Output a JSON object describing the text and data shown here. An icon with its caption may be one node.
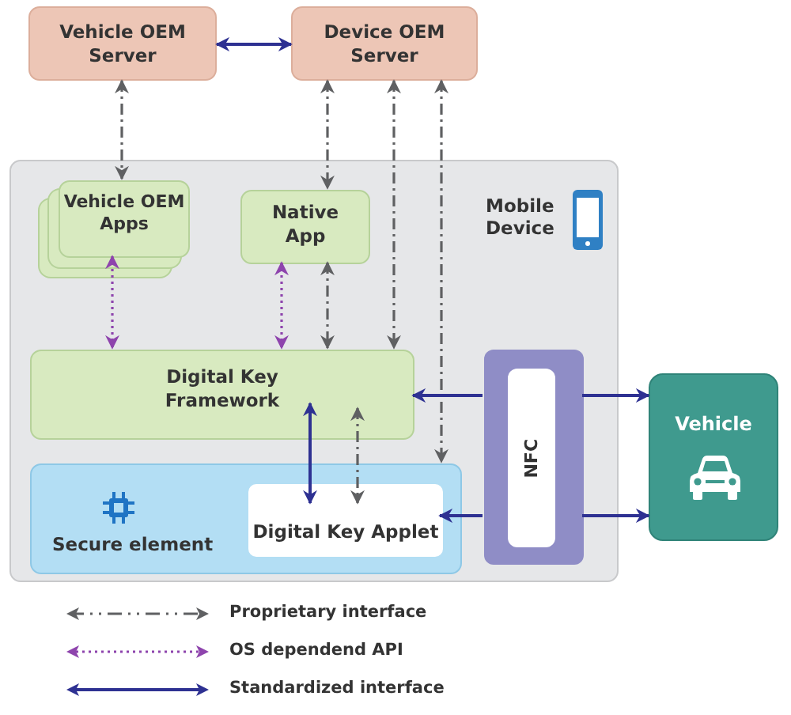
{
  "diagram": {
    "nodes": [
      {
        "text": [
          "Vehicle OEM Server"
        ]
      },
      {
        "text": [
          "Device OEM Server"
        ]
      },
      {
        "text": [
          "Mobile Device"
        ]
      },
      {
        "text": [
          "Vehicle OEM Apps"
        ],
        "in": 2
      },
      {
        "text": [
          "Native App"
        ],
        "in": 2
      },
      {
        "text": [
          "Digital Key Framework"
        ],
        "in": 2
      },
      {
        "text": [
          "Secure element"
        ],
        "in": 2
      },
      {
        "text": [
          "Digital Key Applet"
        ],
        "in": 6
      },
      {
        "text": [
          "NFC"
        ],
        "in": 2
      },
      {
        "text": [
          "Vehicle"
        ]
      }
    ],
    "edges": [
      {
        "from": 0,
        "to": 1,
        "arrow": "both",
        "color": "#2e3192"
      },
      {
        "from": 0,
        "to": 3,
        "arrow": "both",
        "style": "dashed"
      },
      {
        "from": 1,
        "to": 4,
        "arrow": "both",
        "style": "dashed"
      },
      {
        "from": 1,
        "to": 5,
        "arrow": "both",
        "style": "dashed"
      },
      {
        "from": 1,
        "to": 6,
        "arrow": "both",
        "style": "dashed"
      },
      {
        "from": 3,
        "to": 5,
        "arrow": "both",
        "style": "dashed",
        "color": "#8e44ad"
      },
      {
        "from": 4,
        "to": 5,
        "arrow": "both",
        "style": "dashed",
        "color": "#8e44ad"
      },
      {
        "from": 4,
        "to": 5,
        "arrow": "both",
        "style": "dashed"
      },
      {
        "from": 5,
        "to": 7,
        "arrow": "both",
        "color": "#2e3192"
      },
      {
        "from": 5,
        "to": 7,
        "arrow": "both",
        "style": "dashed"
      },
      {
        "from": 8,
        "to": 5,
        "arrow": "to",
        "color": "#2e3192"
      },
      {
        "from": 8,
        "to": 9,
        "arrow": "to",
        "color": "#2e3192"
      },
      {
        "from": 8,
        "to": 7,
        "arrow": "to",
        "color": "#2e3192"
      },
      {
        "from": 8,
        "to": 9,
        "arrow": "to",
        "color": "#2e3192"
      }
    ],
    "legend": [
      {
        "text": "Proprietary interface"
      },
      {
        "text": "OS dependend API"
      },
      {
        "text": "Standardized interface"
      }
    ]
  }
}
